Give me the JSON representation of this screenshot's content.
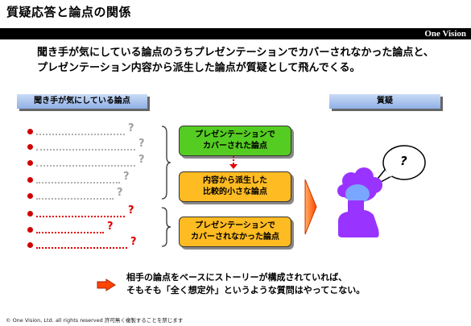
{
  "title": "質疑応答と論点の関係",
  "brand": "One Vision",
  "lead": {
    "line1": "聞き手が気にしている論点のうちプレゼンテーションでカバーされなかった論点と、",
    "line2": "プレゼンテーション内容から派生した論点が質疑として飛んでくる。"
  },
  "headers": {
    "left": "聞き手が気にしている論点",
    "right": "質疑"
  },
  "concern_rows": [
    {
      "q": "?",
      "color": "grey"
    },
    {
      "q": "?",
      "color": "grey"
    },
    {
      "q": "?",
      "color": "grey"
    },
    {
      "q": "?",
      "color": "grey"
    },
    {
      "q": "?",
      "color": "grey"
    },
    {
      "q": "?",
      "color": "red"
    },
    {
      "q": "?",
      "color": "red"
    },
    {
      "q": "?",
      "color": "red"
    }
  ],
  "boxes": {
    "covered": {
      "line1": "プレゼンテーションで",
      "line2": "カバーされた論点"
    },
    "derived": {
      "line1": "内容から派生した",
      "line2": "比較的小さな論点"
    },
    "uncovered": {
      "line1": "プレゼンテーションで",
      "line2": "カバーされなかった論点"
    }
  },
  "bubble_question": "?",
  "conclusion": {
    "line1": "相手の論点をベースにストーリーが構成されていれば、",
    "line2": "そもそも「全く想定外」というような質問はやってこない。"
  },
  "footer": "© One Vision, Ltd. all rights reserved 許可無く複製することを禁じます",
  "colors": {
    "green_box": "#55cc22",
    "orange_box": "#ffbb22",
    "header_blue": "#8fb0e6",
    "accent_red": "#e00000",
    "figure_purple": "#9933ff"
  }
}
